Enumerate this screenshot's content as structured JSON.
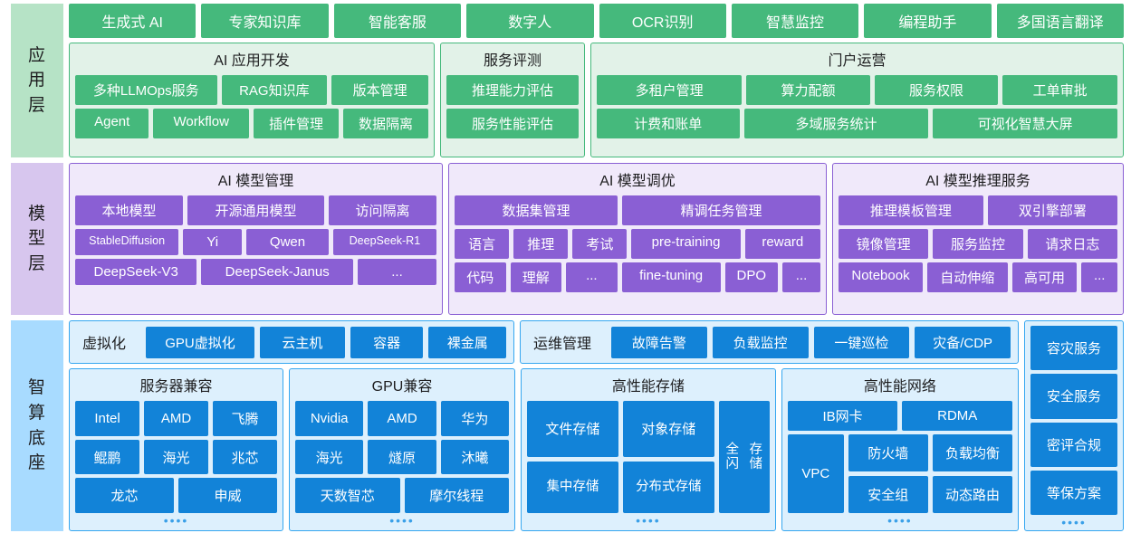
{
  "layers": {
    "application": {
      "label": "应用层",
      "label_chars": [
        "应",
        "用",
        "层"
      ],
      "accent": "#45b97c",
      "top_pills": [
        "生成式 AI",
        "专家知识库",
        "智能客服",
        "数字人",
        "OCR识别",
        "智慧监控",
        "编程助手",
        "多国语言翻译"
      ],
      "groups": [
        {
          "title": "AI 应用开发",
          "rows": [
            [
              "多种LLMOps服务",
              "RAG知识库",
              "版本管理"
            ],
            [
              "Agent",
              "Workflow",
              "插件管理",
              "数据隔离"
            ]
          ]
        },
        {
          "title": "服务评测",
          "rows": [
            [
              "推理能力评估"
            ],
            [
              "服务性能评估"
            ]
          ]
        },
        {
          "title": "门户运营",
          "rows": [
            [
              "多租户管理",
              "算力配额",
              "服务权限",
              "工单审批"
            ],
            [
              "计费和账单",
              "多域服务统计",
              "可视化智慧大屏"
            ]
          ]
        }
      ]
    },
    "model": {
      "label": "模型层",
      "label_chars": [
        "模",
        "型",
        "层"
      ],
      "accent": "#8a5fd4",
      "groups": [
        {
          "title": "AI 模型管理",
          "rows": [
            [
              "本地模型",
              "开源通用模型",
              "访问隔离"
            ],
            [
              "StableDiffusion",
              "Yi",
              "Qwen",
              "DeepSeek-R1"
            ],
            [
              "DeepSeek-V3",
              "DeepSeek-Janus",
              "..."
            ]
          ]
        },
        {
          "title": "AI 模型调优",
          "rows": [
            [
              "数据集管理",
              "精调任务管理"
            ],
            [
              "语言",
              "推理",
              "考试",
              "pre-training",
              "reward"
            ],
            [
              "代码",
              "理解",
              "...",
              "fine-tuning",
              "DPO",
              "..."
            ]
          ]
        },
        {
          "title": "AI 模型推理服务",
          "rows": [
            [
              "推理模板管理",
              "双引擎部署"
            ],
            [
              "镜像管理",
              "服务监控",
              "请求日志"
            ],
            [
              "Notebook",
              "自动伸缩",
              "高可用",
              "..."
            ]
          ]
        }
      ]
    },
    "base": {
      "label": "智算底座",
      "label_chars": [
        "智",
        "算",
        "底",
        "座"
      ],
      "accent": "#1283d8",
      "strips": [
        {
          "title": "虚拟化",
          "items": [
            "GPU虚拟化",
            "云主机",
            "容器",
            "裸金属"
          ]
        },
        {
          "title": "运维管理",
          "items": [
            "故障告警",
            "负载监控",
            "一键巡检",
            "灾备/CDP"
          ]
        }
      ],
      "panels": [
        {
          "title": "服务器兼容",
          "rows": [
            [
              "Intel",
              "AMD",
              "飞腾"
            ],
            [
              "鲲鹏",
              "海光",
              "兆芯"
            ],
            [
              "龙芯",
              "申威"
            ]
          ],
          "dots": "••••"
        },
        {
          "title": "GPU兼容",
          "rows": [
            [
              "Nvidia",
              "AMD",
              "华为"
            ],
            [
              "海光",
              "燧原",
              "沐曦"
            ],
            [
              "天数智芯",
              "摩尔线程"
            ]
          ],
          "dots": "••••"
        },
        {
          "title": "高性能存储",
          "left_rows": [
            [
              "文件存储",
              "对象存储"
            ],
            [
              "集中\n存储",
              "分布式\n存储"
            ]
          ],
          "side": "全闪\n存储",
          "dots": "••••"
        },
        {
          "title": "高性能网络",
          "top_row": [
            "IB网卡",
            "RDMA"
          ],
          "side": "VPC",
          "right_rows": [
            [
              "防火墙",
              "负载均衡"
            ],
            [
              "安全组",
              "动态路由"
            ]
          ],
          "dots": "••••"
        }
      ],
      "services_panel": {
        "items": [
          "容灾服务",
          "安全服务",
          "密评合规",
          "等保方案"
        ],
        "dots": "••••"
      }
    }
  }
}
